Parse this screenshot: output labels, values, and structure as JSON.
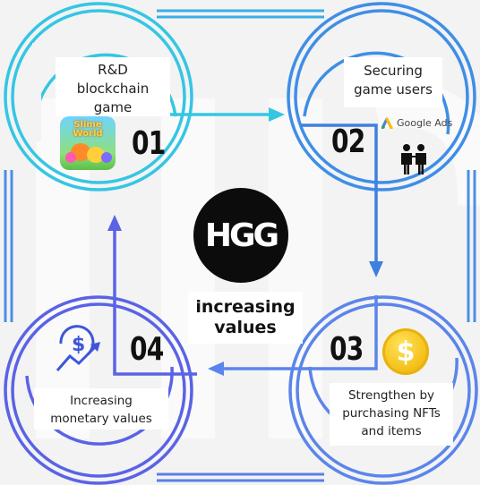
{
  "center": {
    "logo": "HGG",
    "caption_line1": "increasing",
    "caption_line2": "values"
  },
  "steps": [
    {
      "number": "01",
      "label_lines": [
        "R&D",
        "blockchain",
        "game"
      ],
      "icon": "slime-world-game-icon",
      "icon_text": "Slime World"
    },
    {
      "number": "02",
      "label_lines": [
        "Securing",
        "game users"
      ],
      "icon": "google-ads-icon",
      "icon_text": "Google Ads"
    },
    {
      "number": "03",
      "label_lines": [
        "Strengthen by",
        "purchasing NFTs",
        "and items"
      ],
      "icon": "dollar-coin-icon",
      "icon_text": "$"
    },
    {
      "number": "04",
      "label_lines": [
        "Increasing",
        "monetary values"
      ],
      "icon": "money-growth-icon",
      "icon_text": "$"
    }
  ],
  "colors": {
    "cyan": "#35c6e3",
    "blue": "#3f7fe0",
    "indigo": "#5a63e6",
    "logo_bg": "#0c0c0c",
    "coin": "#f5c21b"
  }
}
